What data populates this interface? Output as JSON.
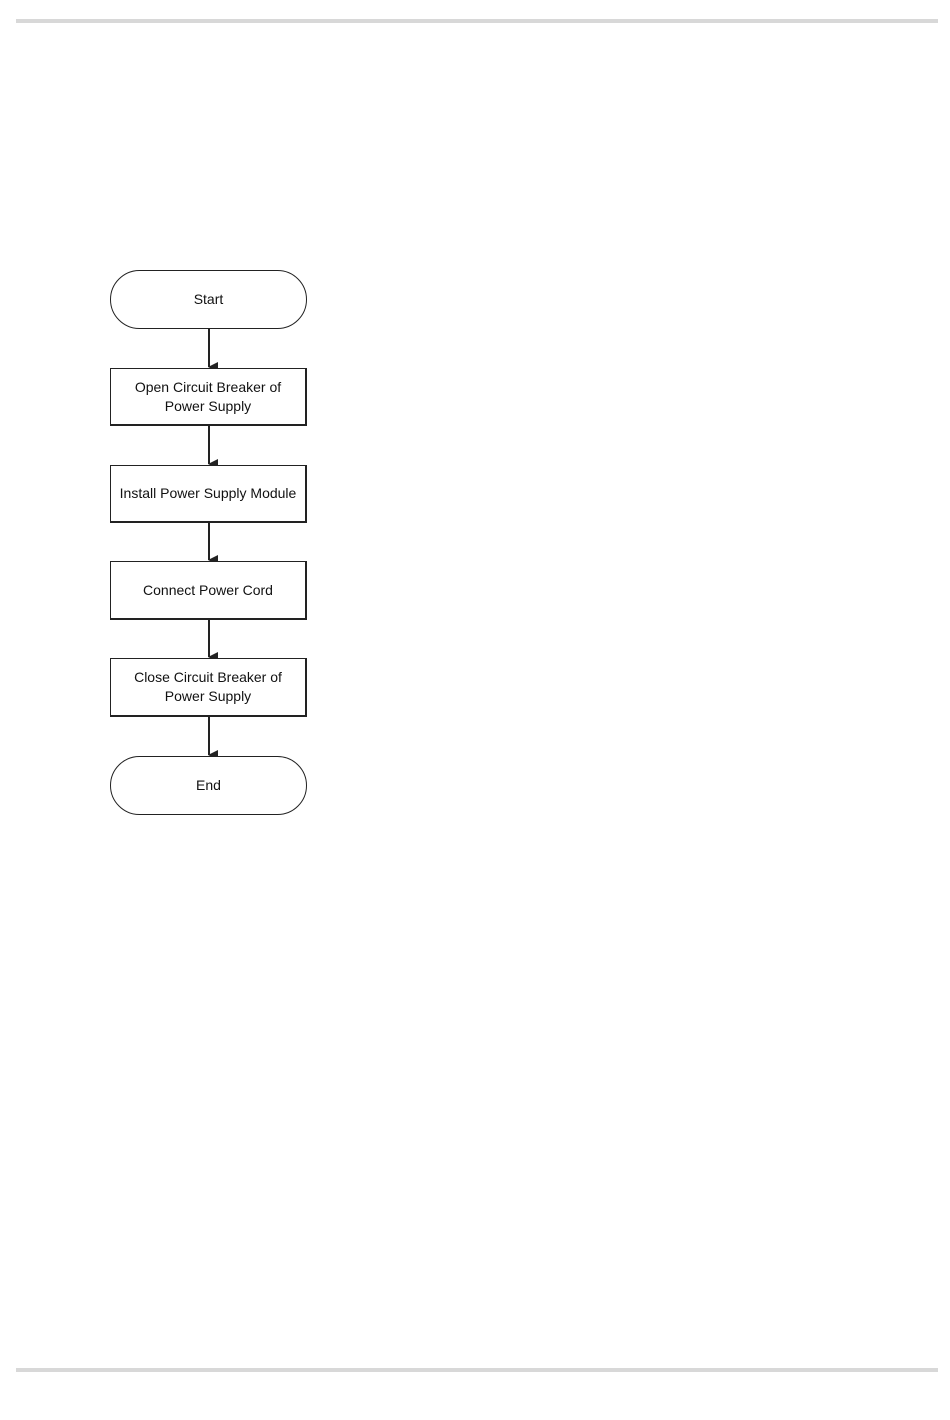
{
  "flowchart": {
    "steps": {
      "start": "Start",
      "open_breaker": "Open Circuit Breaker of Power Supply",
      "install_module": "Install Power Supply Module",
      "connect_cord": "Connect Power Cord",
      "close_breaker": "Close Circuit Breaker of Power Supply",
      "end": "End"
    }
  },
  "colors": {
    "stroke": "#222222",
    "rule": "#d8d8d8",
    "background": "#ffffff"
  }
}
